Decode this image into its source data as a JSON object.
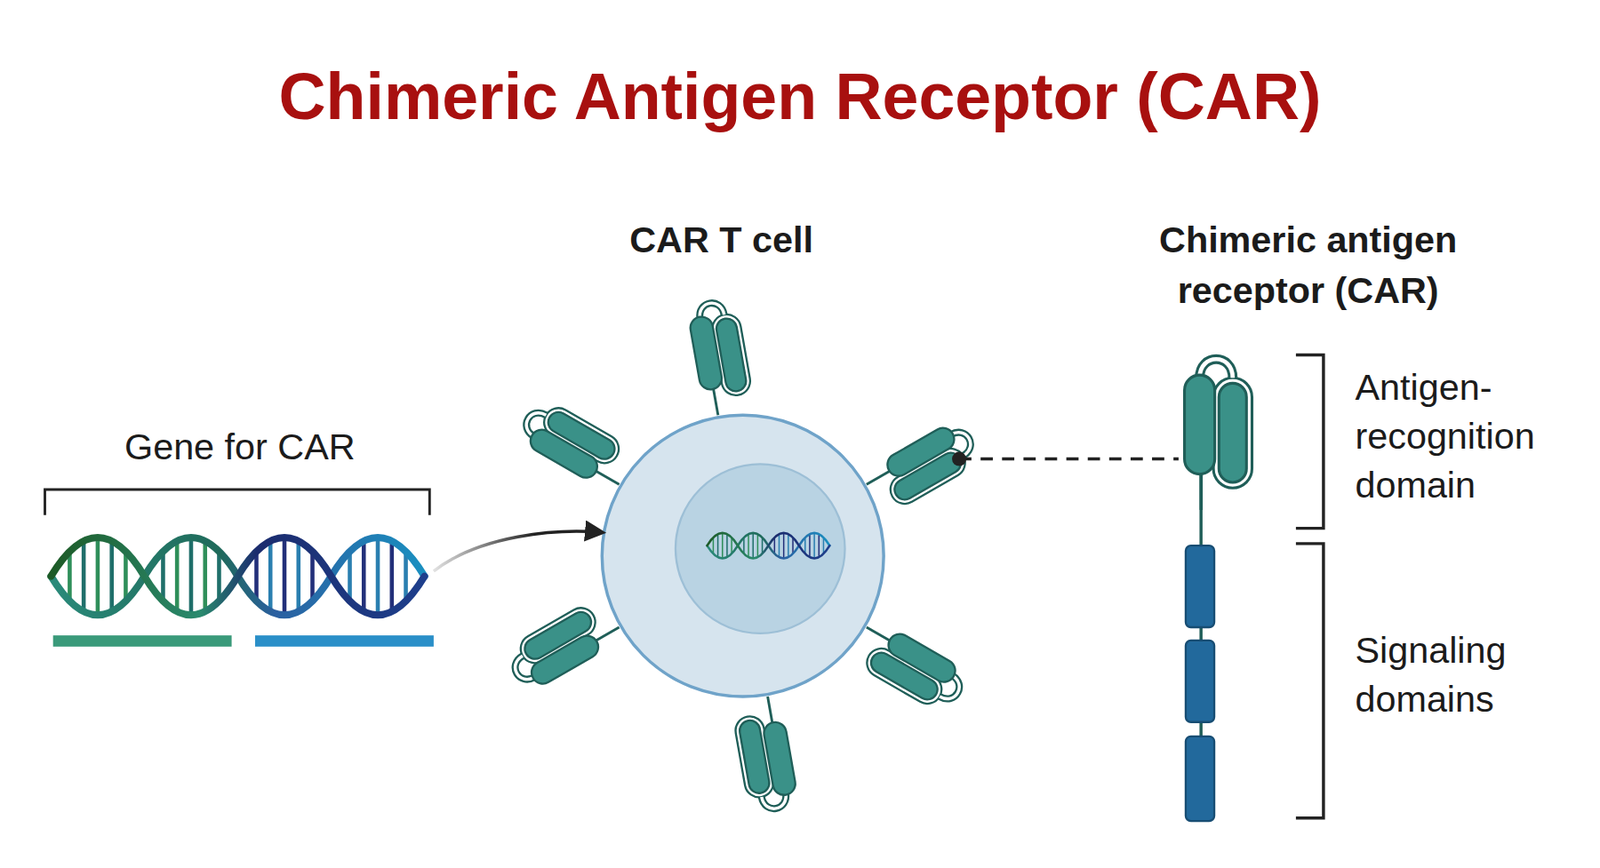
{
  "diagram": {
    "title": "Chimeric Antigen Receptor (CAR)",
    "nodes": [
      {
        "text": [
          "Gene for CAR"
        ]
      },
      {
        "text": [
          "CAR T cell"
        ]
      },
      {
        "text": [
          "Chimeric antigen receptor (CAR)"
        ]
      }
    ],
    "edges": [
      {
        "from": 0,
        "to": 1,
        "arrow": "to"
      },
      {
        "from": 1,
        "to": 2,
        "arrow": "none"
      }
    ],
    "labels": [
      "Antigen-recognition domain",
      "Signaling domains"
    ]
  }
}
